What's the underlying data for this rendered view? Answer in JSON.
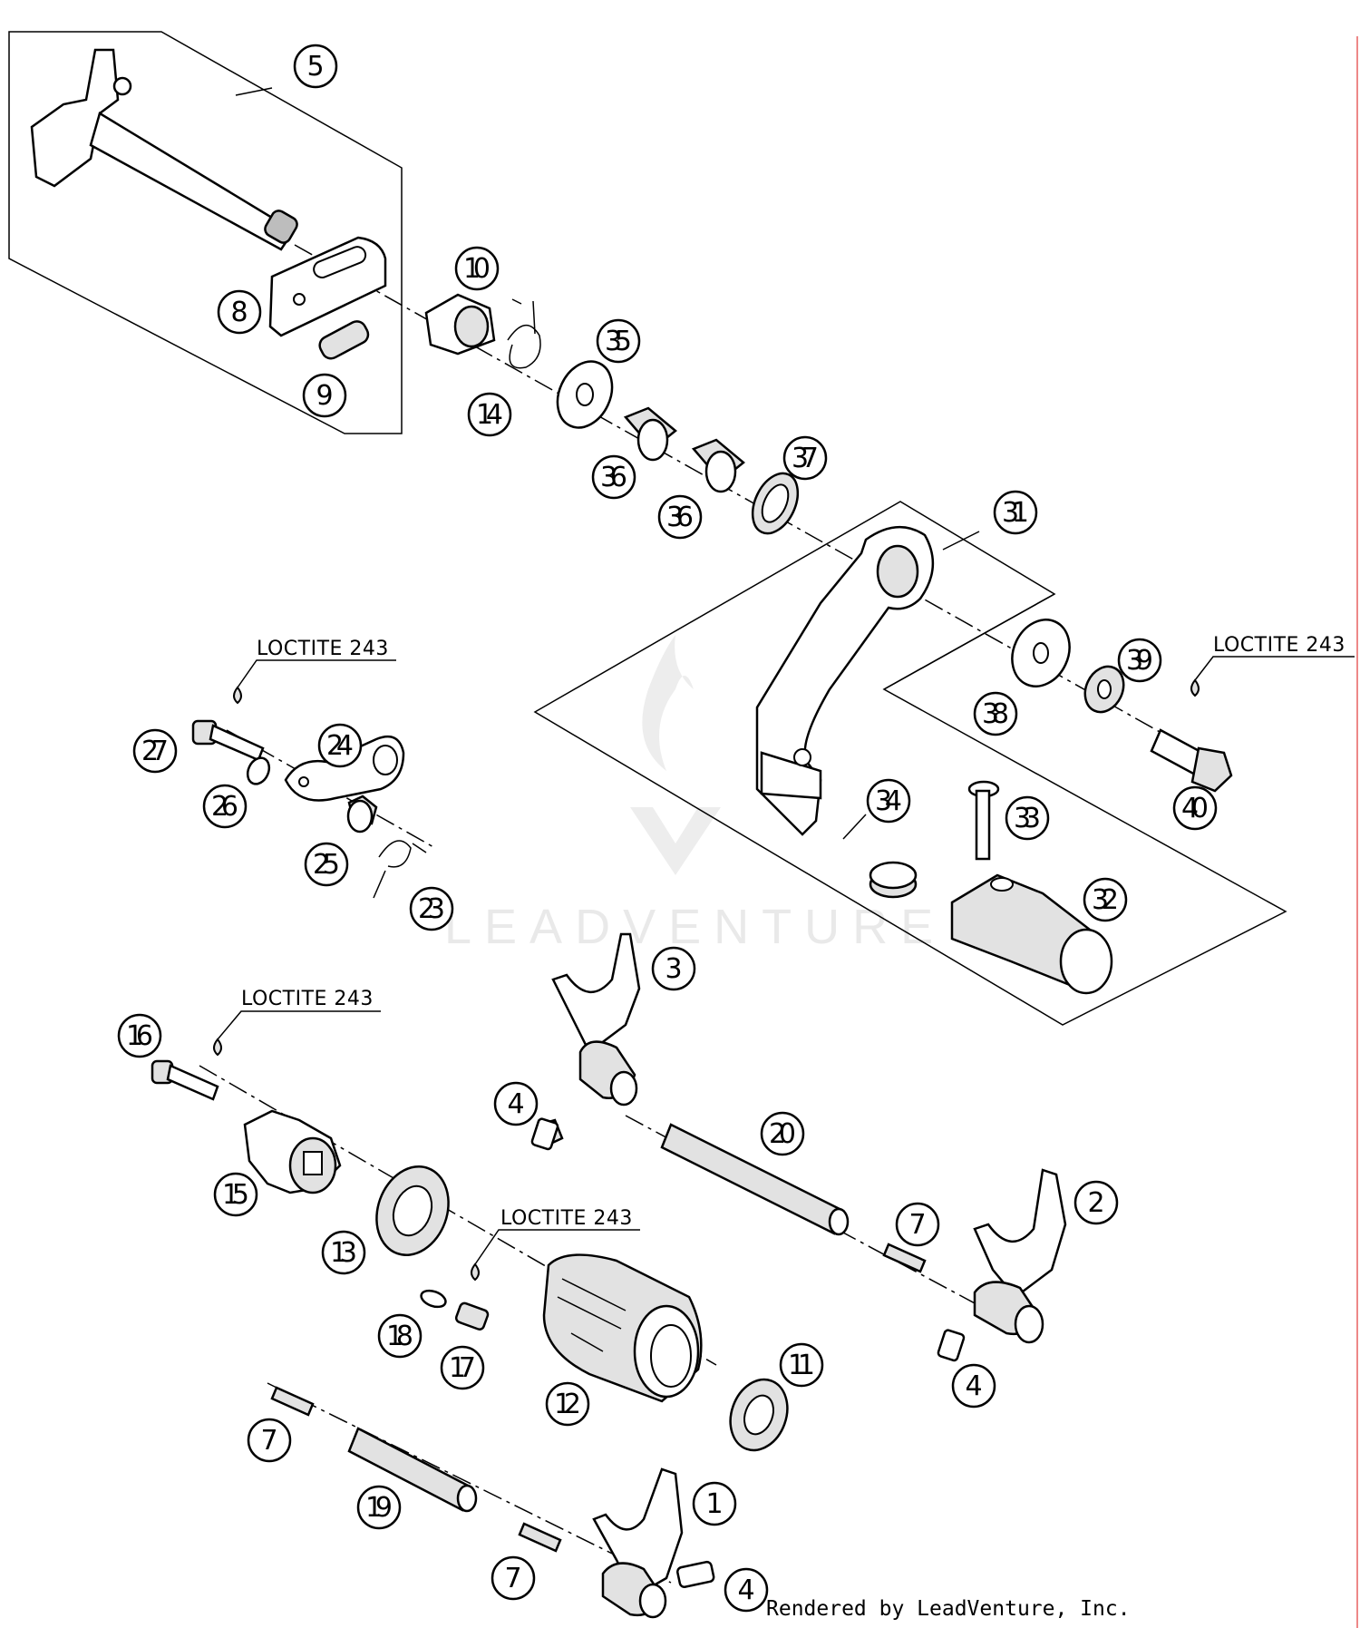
{
  "diagram": {
    "callouts": [
      {
        "id": "c5",
        "text": "5"
      },
      {
        "id": "c8",
        "text": "8"
      },
      {
        "id": "c9",
        "text": "9"
      },
      {
        "id": "c10",
        "text": "10"
      },
      {
        "id": "c14",
        "text": "14"
      },
      {
        "id": "c35",
        "text": "35"
      },
      {
        "id": "c36a",
        "text": "36"
      },
      {
        "id": "c36b",
        "text": "36"
      },
      {
        "id": "c37",
        "text": "37"
      },
      {
        "id": "c31",
        "text": "31"
      },
      {
        "id": "c38",
        "text": "38"
      },
      {
        "id": "c39",
        "text": "39"
      },
      {
        "id": "c40",
        "text": "40"
      },
      {
        "id": "c34",
        "text": "34"
      },
      {
        "id": "c33",
        "text": "33"
      },
      {
        "id": "c32",
        "text": "32"
      },
      {
        "id": "c27",
        "text": "27"
      },
      {
        "id": "c24",
        "text": "24"
      },
      {
        "id": "c26",
        "text": "26"
      },
      {
        "id": "c25",
        "text": "25"
      },
      {
        "id": "c23",
        "text": "23"
      },
      {
        "id": "c3",
        "text": "3"
      },
      {
        "id": "c16",
        "text": "16"
      },
      {
        "id": "c4a",
        "text": "4"
      },
      {
        "id": "c20",
        "text": "20"
      },
      {
        "id": "c15",
        "text": "15"
      },
      {
        "id": "c13",
        "text": "13"
      },
      {
        "id": "c7a",
        "text": "7"
      },
      {
        "id": "c2",
        "text": "2"
      },
      {
        "id": "c18",
        "text": "18"
      },
      {
        "id": "c17",
        "text": "17"
      },
      {
        "id": "c12",
        "text": "12"
      },
      {
        "id": "c11",
        "text": "11"
      },
      {
        "id": "c4b",
        "text": "4"
      },
      {
        "id": "c7b",
        "text": "7"
      },
      {
        "id": "c19",
        "text": "19"
      },
      {
        "id": "c1",
        "text": "1"
      },
      {
        "id": "c7c",
        "text": "7"
      },
      {
        "id": "c4c",
        "text": "4"
      }
    ],
    "notes": [
      {
        "id": "n1",
        "text": "LOCTITE 243"
      },
      {
        "id": "n2",
        "text": "LOCTITE 243"
      },
      {
        "id": "n3",
        "text": "LOCTITE 243"
      },
      {
        "id": "n4",
        "text": "LOCTITE 243"
      }
    ],
    "watermark": "LEADVENTURE",
    "credit": "Rendered by LeadVenture, Inc."
  }
}
